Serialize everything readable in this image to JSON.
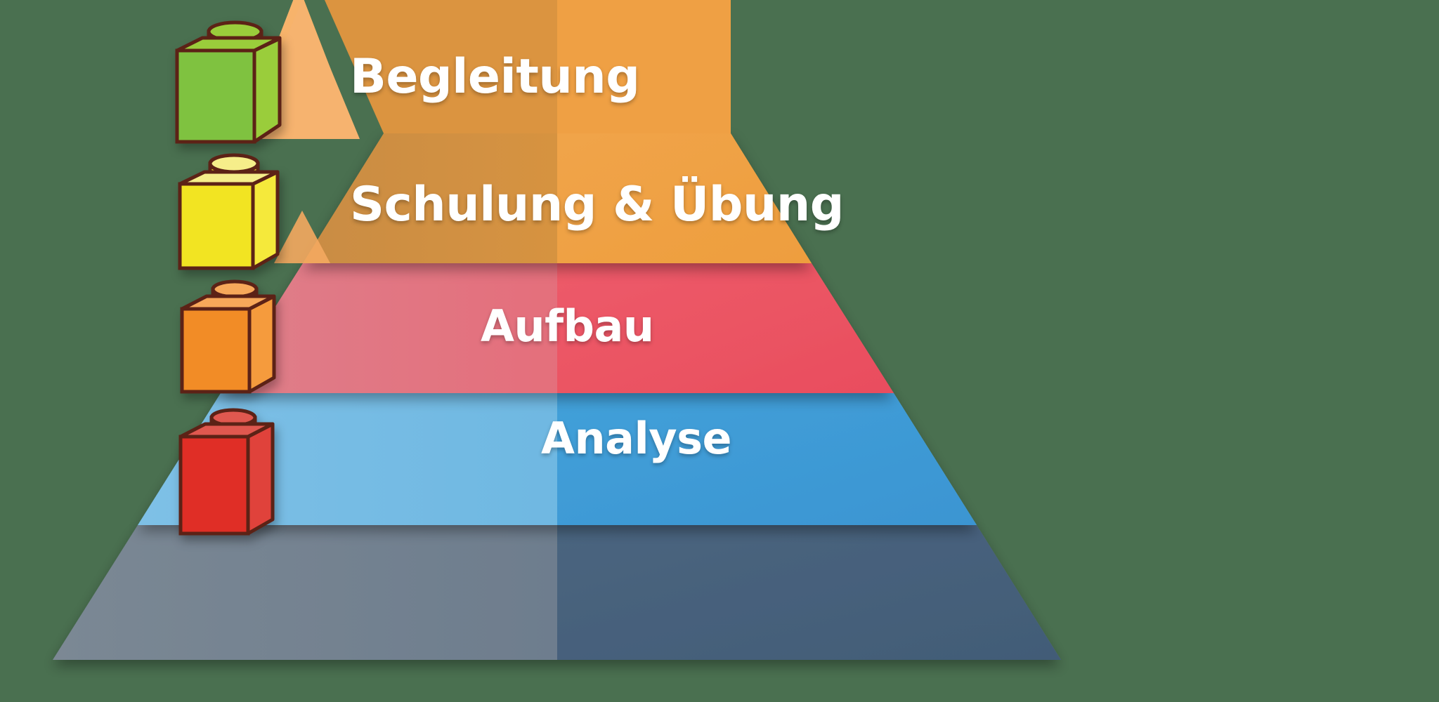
{
  "diagram": {
    "type": "pyramid",
    "title": "",
    "orientation": "apex-top",
    "level_count": 4,
    "levels": [
      {
        "index": 0,
        "label": "Begleitung",
        "band_color": "#EFA044",
        "band_color_left": "#D9913E",
        "brick": {
          "name": "lego-brick-green",
          "color": "#6CC04A",
          "top_color": "#9ACD3B",
          "side_color": "#7FC23F",
          "outline": "#5B2217"
        }
      },
      {
        "index": 1,
        "label": "Schulung & Übung",
        "band_color": "#EC5565",
        "band_color_left": "#E06B78",
        "brick": {
          "name": "lego-brick-yellow",
          "color": "#F2E422",
          "top_color": "#F6EE8A",
          "side_color": "#F5E93A",
          "outline": "#5B2217"
        }
      },
      {
        "index": 2,
        "label": "Aufbau",
        "band_color": "#3D9BD7",
        "band_color_left": "#6DB7E0",
        "brick": {
          "name": "lego-brick-orange",
          "color": "#F28C28",
          "top_color": "#F7A85A",
          "side_color": "#F59B3C",
          "outline": "#5B2217"
        }
      },
      {
        "index": 3,
        "label": "Analyse",
        "band_color": "#46617D",
        "band_color_left": "#72808F",
        "brick": {
          "name": "lego-brick-red",
          "color": "#E02F27",
          "top_color": "#E0584F",
          "side_color": "#E0423A",
          "outline": "#5B2217"
        }
      }
    ],
    "apex": {
      "color": "#F7B36B",
      "name": "pyramid-apex"
    },
    "background_color": "#4A7050",
    "label_color": "#FFFFFF"
  }
}
